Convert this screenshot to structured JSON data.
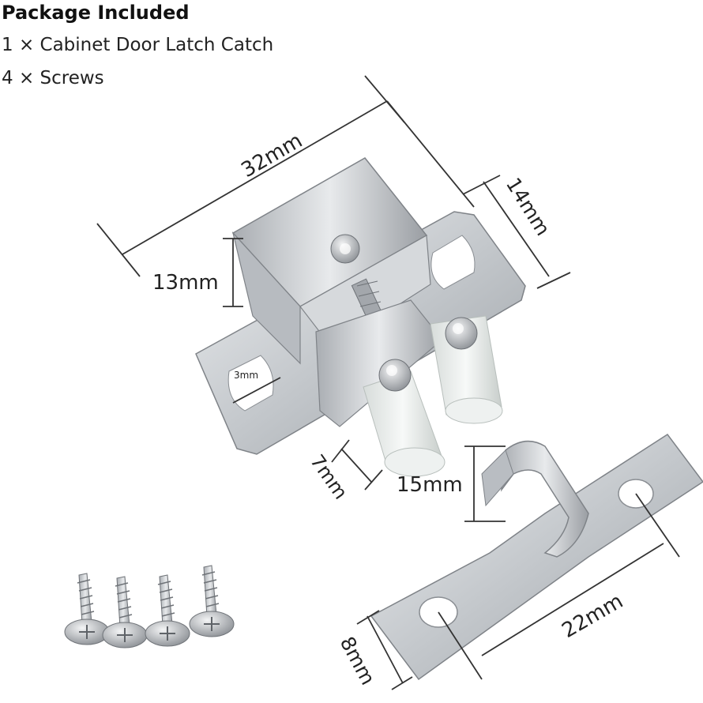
{
  "package": {
    "title": "Package Included",
    "items": [
      "1 × Cabinet Door Latch Catch",
      "4 × Screws"
    ]
  },
  "dimensions": {
    "length": "32mm",
    "height": "14mm",
    "inner_height": "13mm",
    "hole": "3mm",
    "roller_offset": "7mm",
    "strike_height": "15mm",
    "strike_length": "22mm",
    "strike_width": "8mm"
  },
  "colors": {
    "metal": "#c9ccd0",
    "metal_dark": "#8e9297",
    "roller": "#f2f4f3"
  },
  "icons": [
    "screw-icon",
    "latch-icon",
    "strike-plate-icon"
  ]
}
